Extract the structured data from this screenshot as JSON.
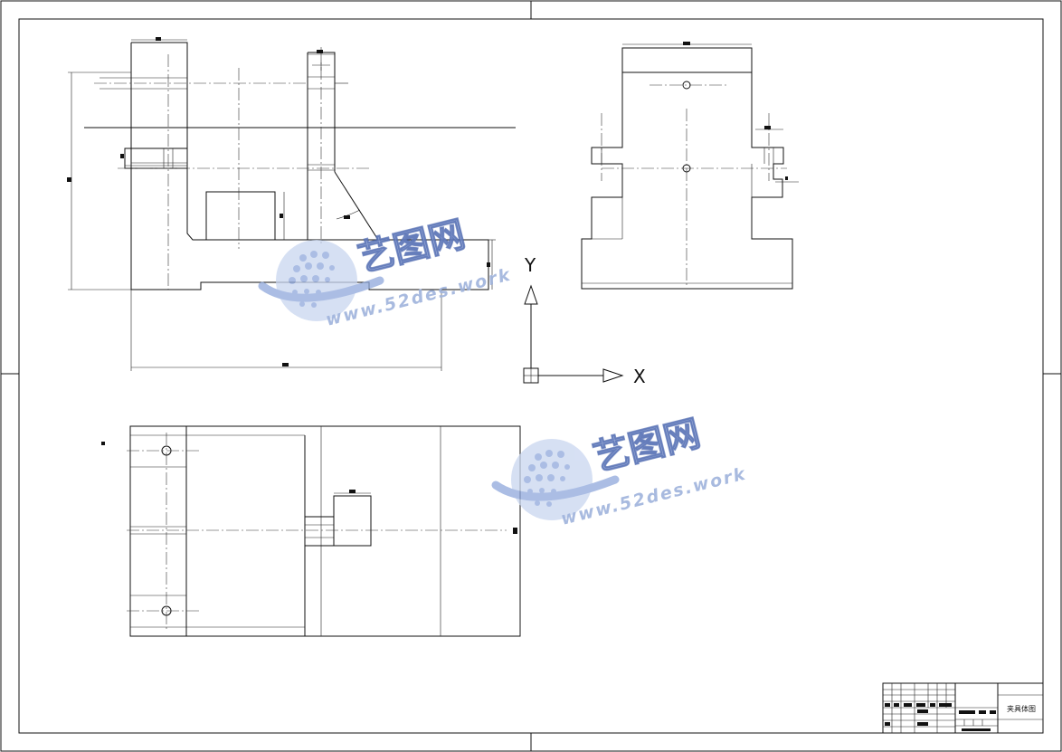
{
  "drawing": {
    "title_block_name": "夹具体图"
  },
  "ucs_axes": {
    "x_label": "X",
    "y_label": "Y"
  },
  "watermarks": [
    {
      "logo_text": "艺图网",
      "url_text": "www.52des.work"
    },
    {
      "logo_text": "艺图网",
      "url_text": "www.52des.work"
    }
  ],
  "colors": {
    "line": "#111111",
    "watermark_blue": "#3d5aa6",
    "watermark_light": "#9fb2dc"
  }
}
